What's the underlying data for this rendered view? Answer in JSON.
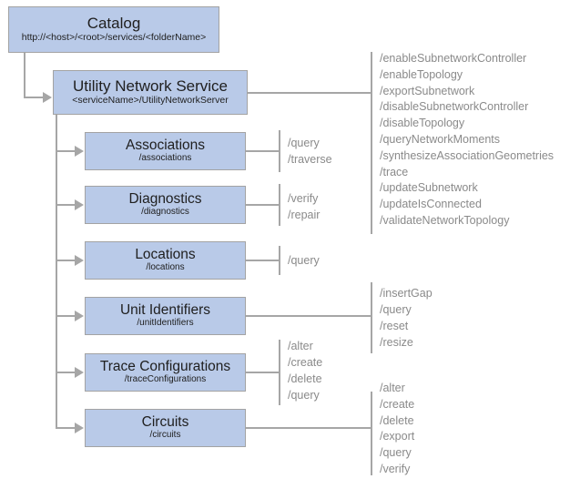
{
  "colors": {
    "box_fill": "#b9cae8",
    "box_border": "#a3a3a3",
    "line": "#a6a6a6",
    "node_text": "#202020",
    "operation_text": "#8a8a8a",
    "background": "#ffffff"
  },
  "catalog": {
    "title": "Catalog",
    "subtitle": "http://<host>/<root>/services/<folderName>"
  },
  "service": {
    "title": "Utility Network Service",
    "subtitle": "<serviceName>/UtilityNetworkServer",
    "operations": [
      "/enableSubnetworkController",
      "/enableTopology",
      "/exportSubnetwork",
      "/disableSubnetworkController",
      "/disableTopology",
      "/queryNetworkMoments",
      "/synthesizeAssociationGeometries",
      "/trace",
      "/updateSubnetwork",
      "/updateIsConnected",
      "/validateNetworkTopology"
    ]
  },
  "resources": [
    {
      "title": "Associations",
      "subtitle": "/associations",
      "operations": [
        "/query",
        "/traverse"
      ]
    },
    {
      "title": "Diagnostics",
      "subtitle": "/diagnostics",
      "operations": [
        "/verify",
        "/repair"
      ]
    },
    {
      "title": "Locations",
      "subtitle": "/locations",
      "operations": [
        "/query"
      ]
    },
    {
      "title": "Unit Identifiers",
      "subtitle": "/unitIdentifiers",
      "operations": [
        "/insertGap",
        "/query",
        "/reset",
        "/resize"
      ]
    },
    {
      "title": "Trace Configurations",
      "subtitle": "/traceConfigurations",
      "operations": [
        "/alter",
        "/create",
        "/delete",
        "/query"
      ]
    },
    {
      "title": "Circuits",
      "subtitle": "/circuits",
      "operations": [
        "/alter",
        "/create",
        "/delete",
        "/export",
        "/query",
        "/verify"
      ]
    }
  ]
}
